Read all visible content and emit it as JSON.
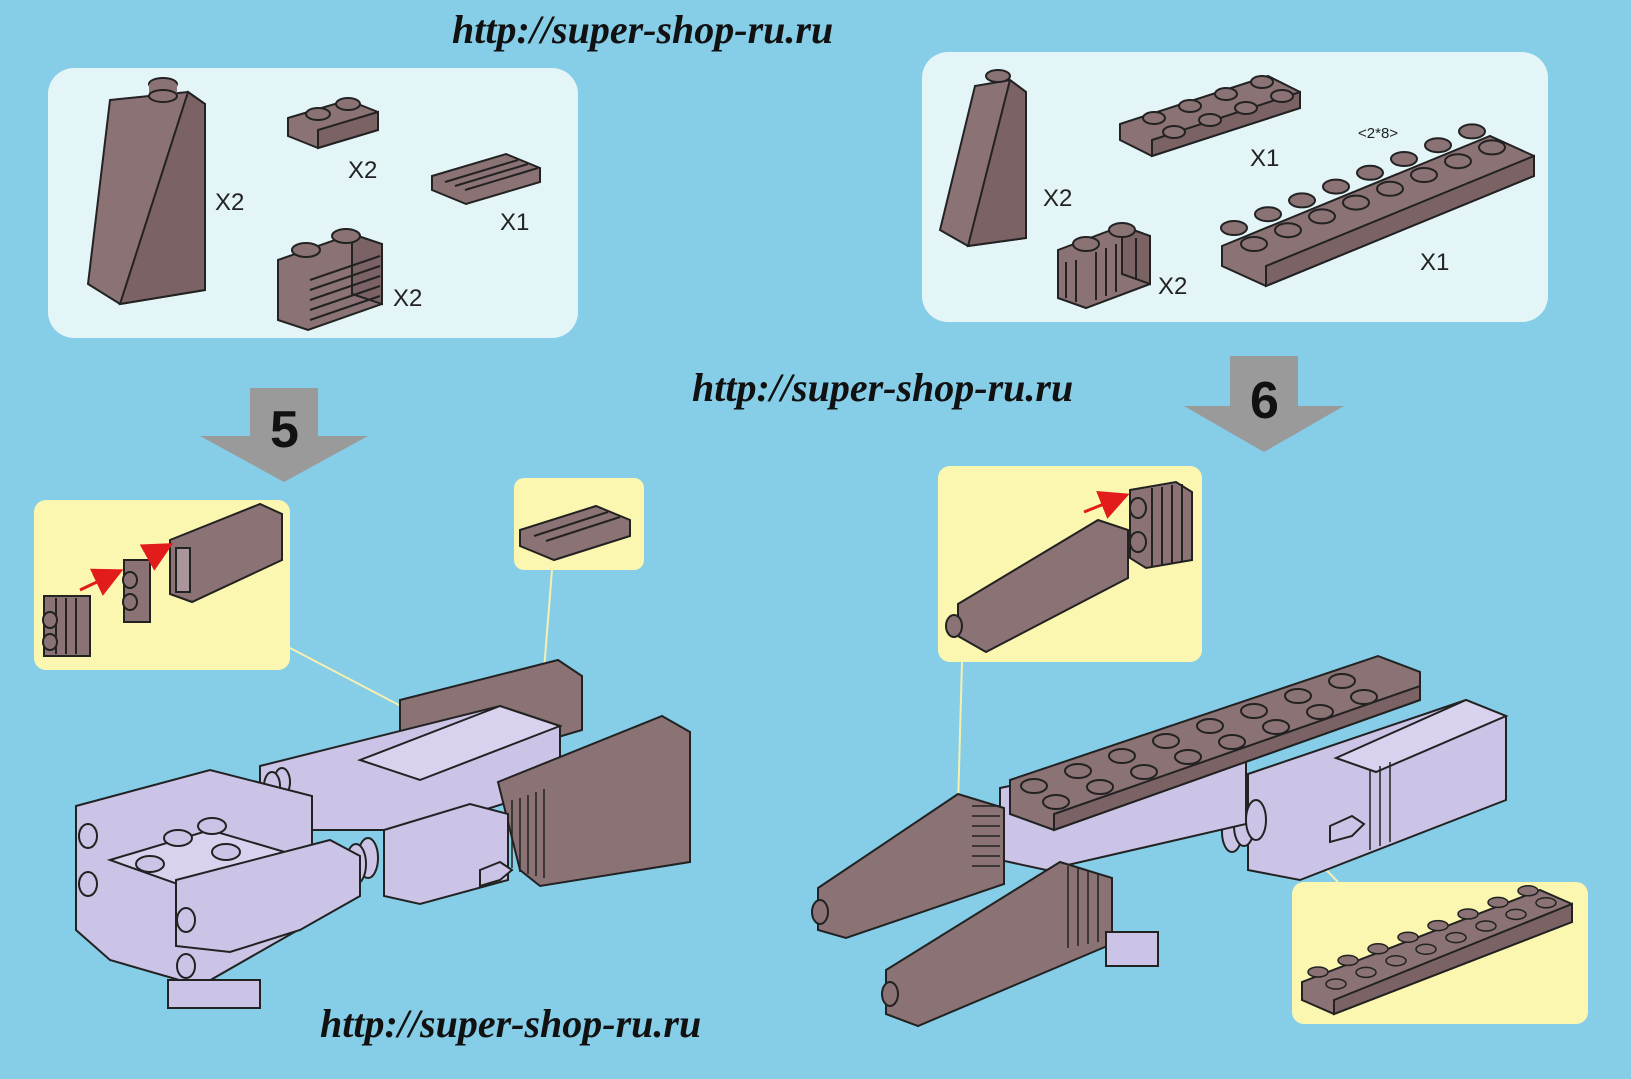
{
  "watermark": {
    "text": "http://super-shop-ru.ru"
  },
  "parts_panel_left": {
    "quantities": {
      "tall_slope": "X2",
      "small_plate": "X2",
      "grille_tile": "X1",
      "grille_brick": "X2"
    }
  },
  "parts_panel_right": {
    "size_label": "<2*8>",
    "quantities": {
      "tall_slope": "X2",
      "plate_2x4": "X1",
      "grille_brick": "X2",
      "plate_2x8": "X1"
    }
  },
  "steps": [
    {
      "number": "5"
    },
    {
      "number": "6"
    }
  ],
  "colors": {
    "background": "#86cde8",
    "parts_panel": "#e4f5f8",
    "callout": "#fbf6b0",
    "brick_brown": "#8b7275",
    "brick_light": "#ccc4e6",
    "arrow_grey": "#9a9a9a",
    "red_arrow": "#e21b1b"
  }
}
